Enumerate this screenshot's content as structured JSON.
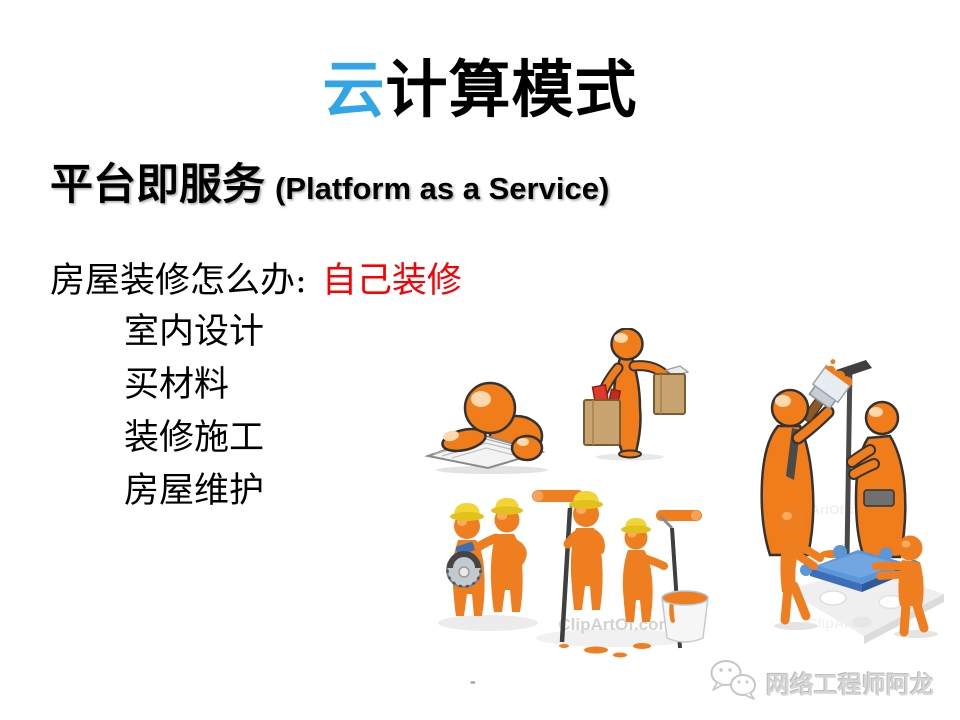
{
  "title": {
    "highlight": "云",
    "rest": "计算模式"
  },
  "heading": {
    "zh": "平台即服务",
    "en": "(Platform as a Service)"
  },
  "question": {
    "prefix": "房屋装修怎么办: ",
    "answer": "自己装修"
  },
  "list_items": [
    "室内设计",
    "买材料",
    "装修施工",
    "房屋维护"
  ],
  "watermark": "ClipArtOf.com",
  "footer": {
    "dash": "-",
    "brand": "网络工程师阿龙"
  },
  "colors": {
    "title_blue": "#31A5E5",
    "answer_red": "#FB0000",
    "figure_orange": "#F07C1A",
    "figure_orange_3d": "#EE7E1F",
    "figure_highlight": "#FFD9AE",
    "hat_yellow": "#F2D434",
    "puzzle_blue": "#5A96D8",
    "bag_brown": "#C9A36F",
    "brand_gray": "#D6D6D6"
  }
}
